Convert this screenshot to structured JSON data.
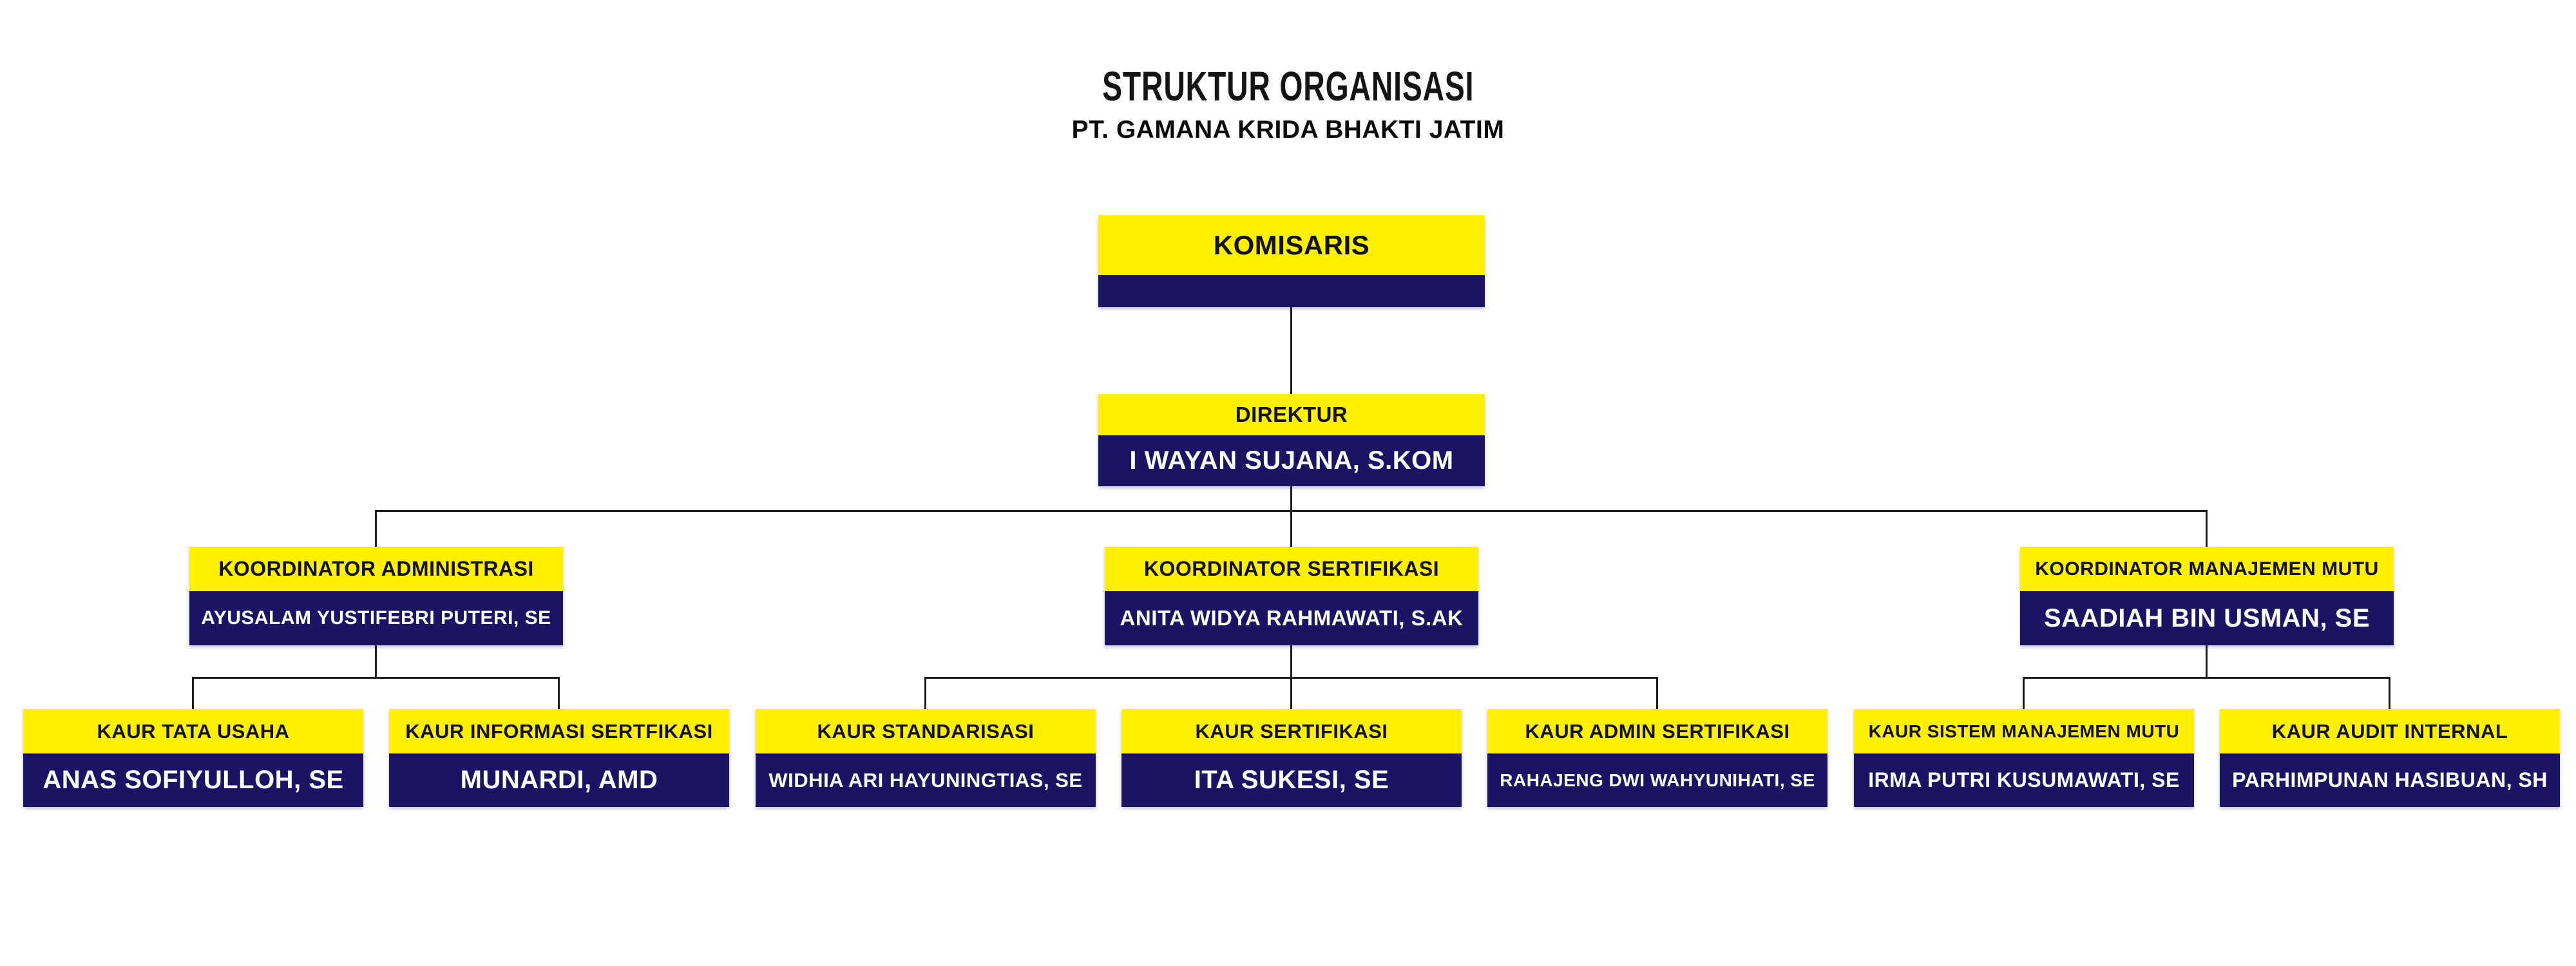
{
  "header": {
    "title": "STRUKTUR ORGANISASI",
    "subtitle": "PT. GAMANA KRIDA BHAKTI JATIM"
  },
  "colors": {
    "band_yellow": "#FFF100",
    "band_navy": "#1B1464",
    "role_text": "#121216",
    "person_text": "#FFFFFF",
    "connector": "#1C1C1C"
  },
  "org": {
    "komisaris": {
      "title": "KOMISARIS",
      "person": ""
    },
    "direktur": {
      "title": "DIREKTUR",
      "person": "I WAYAN SUJANA, S.KOM"
    },
    "coordinators": [
      {
        "title": "KOORDINATOR ADMINISTRASI",
        "person": "AYUSALAM YUSTIFEBRI PUTERI, SE"
      },
      {
        "title": "KOORDINATOR SERTIFIKASI",
        "person": "ANITA WIDYA RAHMAWATI, S.AK"
      },
      {
        "title": "KOORDINATOR MANAJEMEN MUTU",
        "person": "SAADIAH BIN USMAN, SE"
      }
    ],
    "kaur": [
      {
        "title": "KAUR TATA USAHA",
        "person": "ANAS SOFIYULLOH, SE"
      },
      {
        "title": "KAUR INFORMASI SERTFIKASI",
        "person": "MUNARDI, AMD"
      },
      {
        "title": "KAUR STANDARISASI",
        "person": "WIDHIA ARI HAYUNINGTIAS, SE"
      },
      {
        "title": "KAUR SERTIFIKASI",
        "person": "ITA SUKESI, SE"
      },
      {
        "title": "KAUR ADMIN SERTIFIKASI",
        "person": "RAHAJENG DWI WAHYUNIHATI, SE"
      },
      {
        "title": "KAUR SISTEM MANAJEMEN MUTU",
        "person": "IRMA PUTRI KUSUMAWATI, SE"
      },
      {
        "title": "KAUR AUDIT INTERNAL",
        "person": "PARHIMPUNAN HASIBUAN, SH"
      }
    ]
  }
}
